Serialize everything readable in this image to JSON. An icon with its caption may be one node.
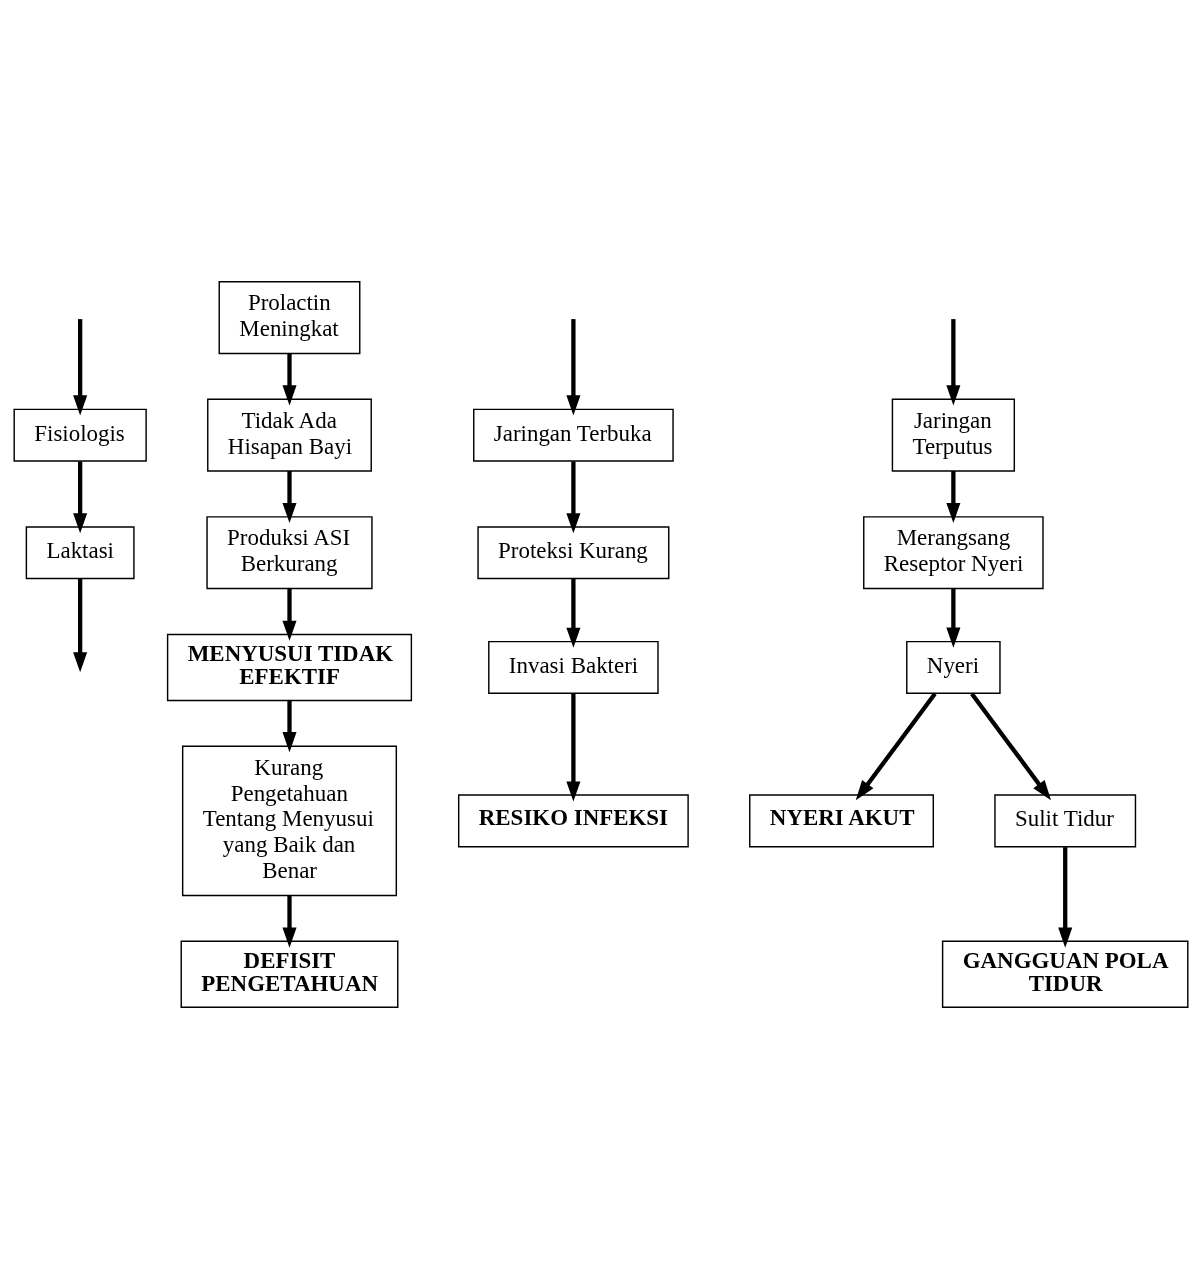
{
  "diagram": {
    "nodes": [
      {
        "text": [
          "Fisiologis"
        ]
      },
      {
        "text": [
          "Laktasi"
        ]
      },
      {
        "text": [
          "Prolactin Meningkat"
        ]
      },
      {
        "text": [
          "Tidak Ada Hisapan Bayi"
        ]
      },
      {
        "text": [
          "Produksi ASI Berkurang"
        ]
      },
      {
        "text": [
          "MENYUSUI TIDAK EFEKTIF"
        ]
      },
      {
        "text": [
          "Kurang Pengetahuan Tentang Menyusui yang Baik dan Benar"
        ]
      },
      {
        "text": [
          "DEFISIT PENGETAHUAN"
        ]
      },
      {
        "text": [
          "Jaringan Terbuka"
        ]
      },
      {
        "text": [
          "Proteksi Kurang"
        ]
      },
      {
        "text": [
          "Invasi Bakteri"
        ]
      },
      {
        "text": [
          "RESIKO INFEKSI"
        ]
      },
      {
        "text": [
          "Jaringan Terputus"
        ]
      },
      {
        "text": [
          "Merangsang Reseptor Nyeri"
        ]
      },
      {
        "text": [
          "Nyeri"
        ]
      },
      {
        "text": [
          "NYERI AKUT"
        ]
      },
      {
        "text": [
          "Sulit Tidur"
        ]
      },
      {
        "text": [
          "GANGGUAN POLA TIDUR"
        ]
      }
    ],
    "edges": [
      {
        "from": null,
        "to": 0,
        "arrow": "to"
      },
      {
        "from": 0,
        "to": 1,
        "arrow": "to"
      },
      {
        "from": 1,
        "to": null,
        "arrow": "to"
      },
      {
        "from": 2,
        "to": 3,
        "arrow": "to"
      },
      {
        "from": 3,
        "to": 4,
        "arrow": "to"
      },
      {
        "from": 4,
        "to": 5,
        "arrow": "to"
      },
      {
        "from": 5,
        "to": 6,
        "arrow": "to"
      },
      {
        "from": 6,
        "to": 7,
        "arrow": "to"
      },
      {
        "from": null,
        "to": 8,
        "arrow": "to"
      },
      {
        "from": 8,
        "to": 9,
        "arrow": "to"
      },
      {
        "from": 9,
        "to": 10,
        "arrow": "to"
      },
      {
        "from": 10,
        "to": 11,
        "arrow": "to"
      },
      {
        "from": null,
        "to": 12,
        "arrow": "to"
      },
      {
        "from": 12,
        "to": 13,
        "arrow": "to"
      },
      {
        "from": 13,
        "to": 14,
        "arrow": "to"
      },
      {
        "from": 14,
        "to": 15,
        "arrow": "to"
      },
      {
        "from": 14,
        "to": 16,
        "arrow": "to"
      },
      {
        "from": 16,
        "to": 17,
        "arrow": "to"
      }
    ]
  }
}
